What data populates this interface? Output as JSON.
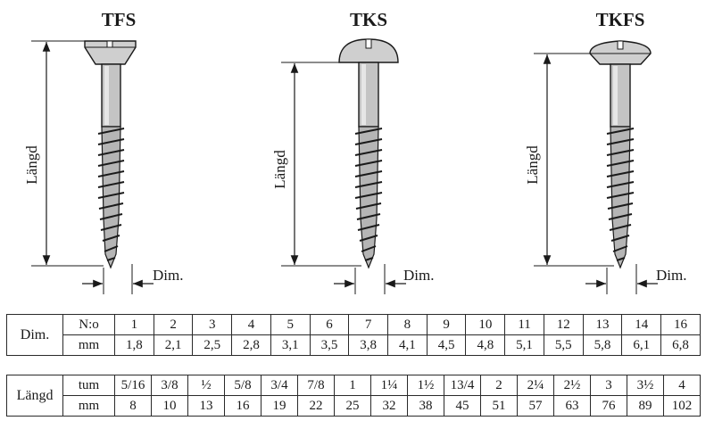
{
  "screws": [
    {
      "id": "tfs",
      "title": "TFS"
    },
    {
      "id": "tks",
      "title": "TKS"
    },
    {
      "id": "tkfs",
      "title": "TKFS"
    }
  ],
  "labels": {
    "length": "Längd",
    "dim": "Dim."
  },
  "dim_table": {
    "header": "Dim.",
    "rows": [
      {
        "unit": "N:o",
        "values": [
          "1",
          "2",
          "3",
          "4",
          "5",
          "6",
          "7",
          "8",
          "9",
          "10",
          "11",
          "12",
          "13",
          "14",
          "16"
        ]
      },
      {
        "unit": "mm",
        "values": [
          "1,8",
          "2,1",
          "2,5",
          "2,8",
          "3,1",
          "3,5",
          "3,8",
          "4,1",
          "4,5",
          "4,8",
          "5,1",
          "5,5",
          "5,8",
          "6,1",
          "6,8"
        ]
      }
    ]
  },
  "length_table": {
    "header": "Längd",
    "rows": [
      {
        "unit": "tum",
        "values": [
          "5/16",
          "3/8",
          "½",
          "5/8",
          "3/4",
          "7/8",
          "1",
          "1¼",
          "1½",
          "13/4",
          "2",
          "2¼",
          "2½",
          "3",
          "3½",
          "4"
        ]
      },
      {
        "unit": "mm",
        "values": [
          "8",
          "10",
          "13",
          "16",
          "19",
          "22",
          "25",
          "32",
          "38",
          "45",
          "51",
          "57",
          "63",
          "76",
          "89",
          "102"
        ]
      }
    ]
  },
  "colors": {
    "metal": "#c9c9c9",
    "metal_dark": "#8e8e8e",
    "line": "#1a1a1a"
  }
}
